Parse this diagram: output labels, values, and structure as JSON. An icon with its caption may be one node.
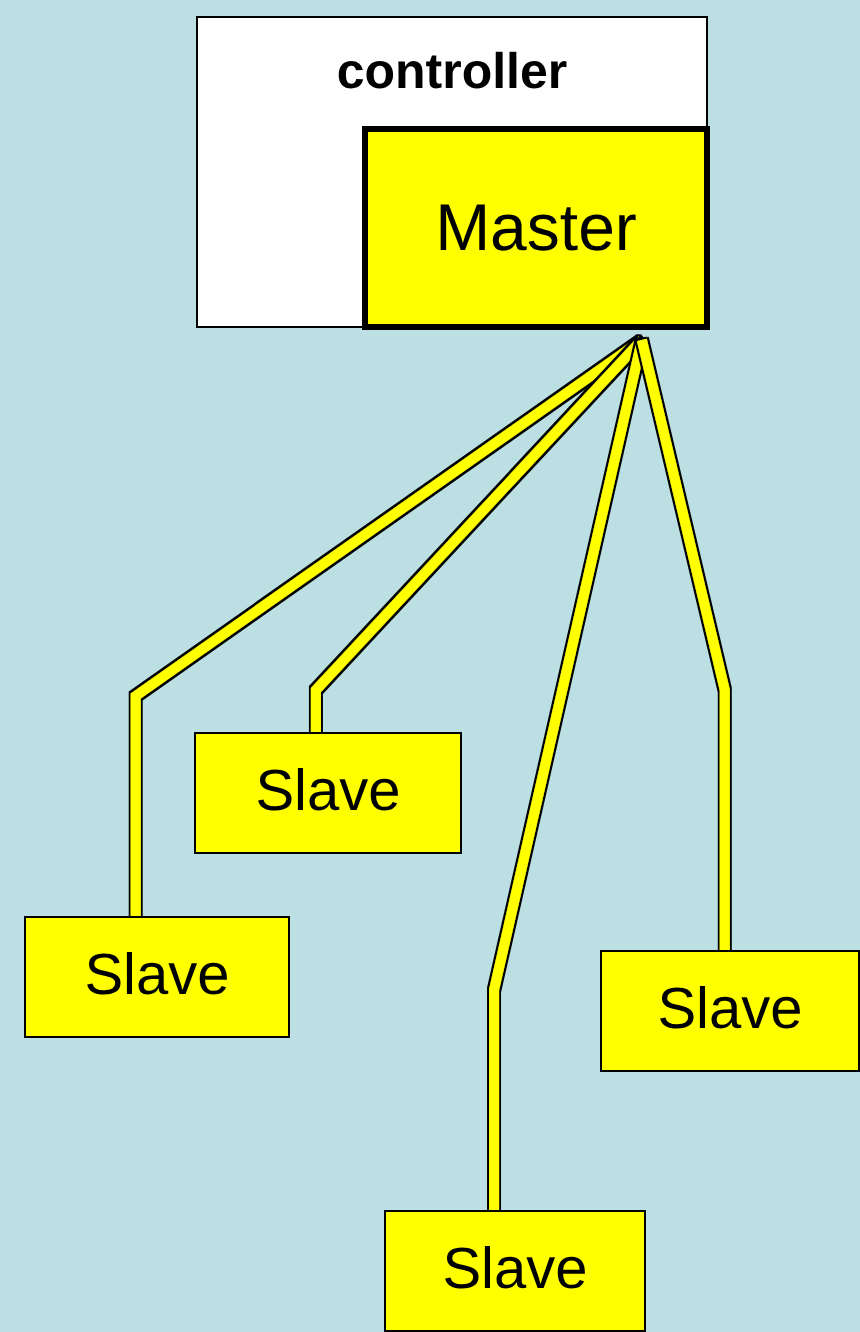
{
  "diagram": {
    "nodes": [
      {
        "text": [
          "controller"
        ]
      },
      {
        "text": [
          "Master"
        ],
        "in": 0
      },
      {
        "text": [
          "Slave"
        ]
      },
      {
        "text": [
          "Slave"
        ]
      },
      {
        "text": [
          "Slave"
        ]
      },
      {
        "text": [
          "Slave"
        ]
      }
    ],
    "edges": [
      {
        "from": 1,
        "to": 3,
        "arrow": "none"
      },
      {
        "from": 1,
        "to": 2,
        "arrow": "none"
      },
      {
        "from": 1,
        "to": 5,
        "arrow": "none"
      },
      {
        "from": 1,
        "to": 4,
        "arrow": "none"
      }
    ]
  }
}
